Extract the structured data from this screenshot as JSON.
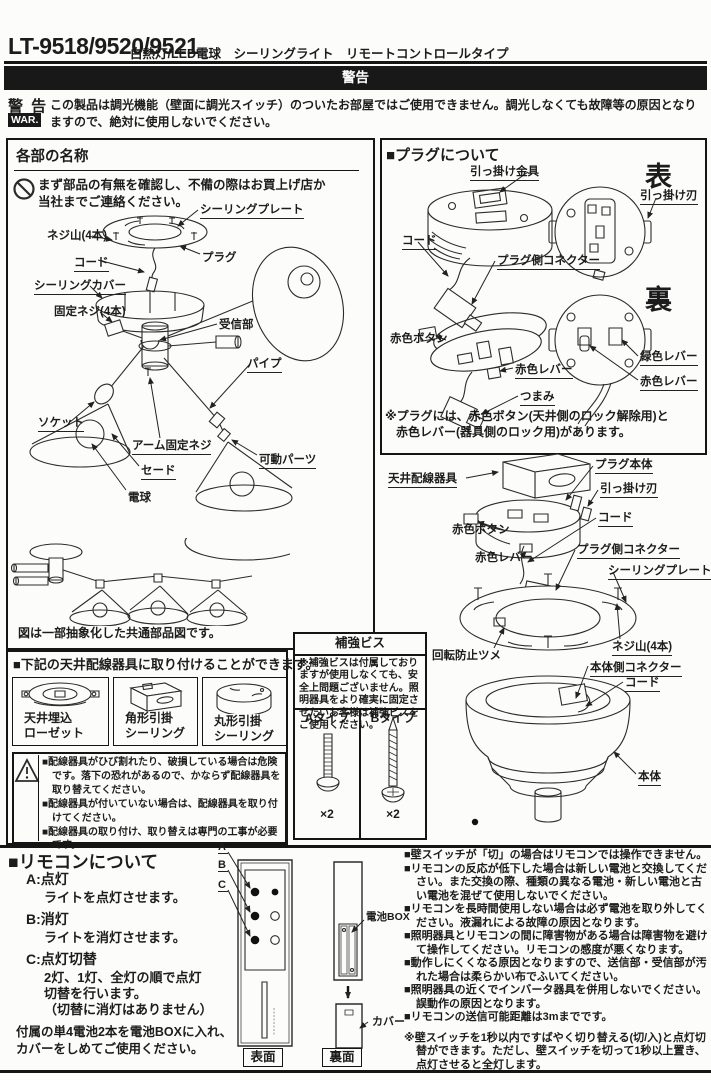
{
  "header": {
    "model": "LT-9518/9520/9521",
    "subtitle": "白熱灯/LED電球　シーリングライト　リモートコントロールタイプ",
    "warn_bar": "警告",
    "warn_head": "警 告",
    "warn_badge": "WAR.",
    "warn_text": "この製品は調光機能（壁面に調光スイッチ）のついたお部屋ではご使用できません。調光しなくても故障等の原因となりますので、絶対に使用しないでください。"
  },
  "parts": {
    "title": "各部の名称",
    "check_l1": "まず部品の有無を確認し、不備の際はお買上げ店か",
    "check_l2": "当社までご連絡ください。",
    "labels": {
      "plate": "シーリングプレート",
      "thread": "ネジ山(4本)",
      "plug": "プラグ",
      "cord": "コード",
      "cover": "シーリングカバー",
      "fix": "固定ネジ(4本)",
      "receiver": "受信部",
      "pipe": "パイプ",
      "socket": "ソケット",
      "arm_screw": "アーム固定ネジ",
      "shade": "セード",
      "bulb": "電球",
      "movable": "可動パーツ"
    },
    "note": "図は一部抽象化した共通部品図です。"
  },
  "fixtures": {
    "title": "■下記の天井配線器具に取り付けることができます。",
    "items": [
      {
        "l1": "天井埋込",
        "l2": "ローゼット"
      },
      {
        "l1": "角形引掛",
        "l2": "シーリング"
      },
      {
        "l1": "丸形引掛",
        "l2": "シーリング"
      }
    ],
    "warnings": [
      "■配線器具がひび割れたり、破損している場合は危険です。落下の恐れがあるので、かならず配線器具を取り替えてください。",
      "■配線器具が付いていない場合は、配線器具を取り付けてください。",
      "■配線器具の取り付け、取り替えは専門の工事が必要です。"
    ]
  },
  "plug": {
    "title": "■プラグについて",
    "front": "表",
    "back": "裏",
    "labels": {
      "hook": "引っ掛け金具",
      "blade": "引っ掛け刃",
      "cord": "コード",
      "connector": "プラグ側コネクター",
      "red_button": "赤色ボタン",
      "red_lever": "赤色レバー",
      "knob": "つまみ",
      "green_lever": "緑色レバー",
      "red_lever2": "赤色レバー"
    },
    "note_l1": "※プラグには、赤色ボタン(天井側のロック解除用)と",
    "note_l2": "赤色レバー(器具側のロック用)があります。"
  },
  "assembly": {
    "labels": {
      "fixture": "天井配線器具",
      "plug_body": "プラグ本体",
      "blade": "引っ掛け刃",
      "cord": "コード",
      "red_button": "赤色ボタン",
      "red_lever": "赤色レバー",
      "connector": "プラグ側コネクター",
      "plate": "シーリングプレート",
      "rotation": "回転防止ツメ",
      "thread": "ネジ山(4本)",
      "body_connector": "本体側コネクター",
      "cord2": "コード",
      "body": "本体"
    }
  },
  "vis": {
    "title": "補強ビス",
    "note": "※補強ビスは付属しておりますが使用しなくても、安全上問題ございません。照明器具をより確実に固定させたいお客様は補強ビスをご使用ください。",
    "type_a": "Aタイプ",
    "type_b": "Bタイプ",
    "qty_a": "×2",
    "qty_b": "×2"
  },
  "remote": {
    "title": "■リモコンについて",
    "fns": [
      {
        "k": "A:",
        "n": "点灯",
        "d1": "ライトを点灯させます。"
      },
      {
        "k": "B:",
        "n": "消灯",
        "d1": "ライトを消灯させます。"
      },
      {
        "k": "C:",
        "n": "点灯切替",
        "d1": "2灯、1灯、全灯の順で点灯",
        "d2": "切替を行います。",
        "d3": "（切替に消灯はありません）"
      }
    ],
    "battery_l1": "付属の単4電池2本を電池BOXに入れ、",
    "battery_l2": "カバーをしめてご使用ください。",
    "callout_a": "A",
    "callout_b": "B",
    "callout_c": "C",
    "front": "表面",
    "back": "裏面",
    "battery_box": "電池BOX",
    "cover": "カバー",
    "notes": [
      "■壁スイッチが「切」の場合はリモコンでは操作できません。",
      "■リモコンの反応が低下した場合は新しい電池と交換してください。また交換の際、種類の異なる電池・新しい電池と古い電池を混ぜて使用しないでください。",
      "■リモコンを長時間使用しない場合は必ず電池を取り外してください。液漏れによる故障の原因となります。",
      "■照明器具とリモコンの間に障害物がある場合は障害物を避けて操作してください。リモコンの感度が悪くなります。",
      "■動作しにくくなる原因となりますので、送信部・受信部が汚れた場合は柔らかい布でふいてください。",
      "■照明器具の近くでインバータ器具を併用しないでください。誤動作の原因となります。",
      "■リモコンの送信可能距離は3mまでです。"
    ],
    "extra": "※壁スイッチを1秒以内ですばやく切り替える(切/入)と点灯切替ができます。ただし、壁スイッチを切って1秒以上置き、点灯させると全灯します。"
  }
}
